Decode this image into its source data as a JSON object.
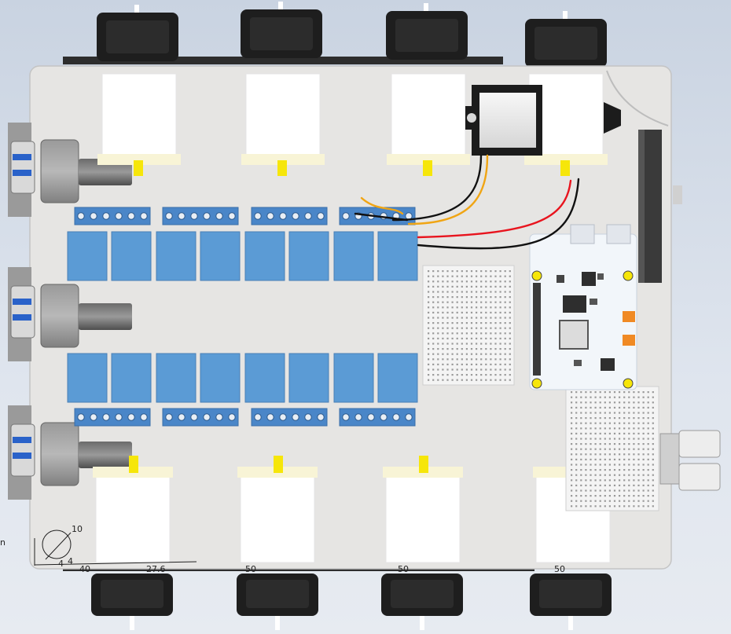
{
  "colors": {
    "background_top": "#c9d3e1",
    "base_plate": "#e6e5e3",
    "motor_white": "#ffffff",
    "motor_cap": "#f8f4d6",
    "yellow_shaft": "#f6e60a",
    "relay_blue": "#5b9bd5",
    "terminal_blue": "#4a86c8",
    "wheel_black": "#1e1e1e",
    "wire_red": "#e8141e",
    "wire_black": "#111111",
    "wire_orange": "#f0a514",
    "breadboard": "#f4f4f4",
    "pcb_white": "#f2f6fa",
    "usb_blue": "#2a62c9"
  },
  "icons": [
    "wheel-icon",
    "motor-icon",
    "relay-module-icon",
    "terminal-block-icon",
    "breadboard-icon",
    "microcontroller-board-icon",
    "usb-connector-icon",
    "camera-module-icon",
    "switch-icon",
    "dimension-circle-icon"
  ],
  "dimensions": {
    "d1": "40",
    "d2": "27.6",
    "d3": "50",
    "d4": "50",
    "d5": "50",
    "circle": "10",
    "small_a": "4",
    "small_b": "4"
  },
  "edge_text": "n"
}
